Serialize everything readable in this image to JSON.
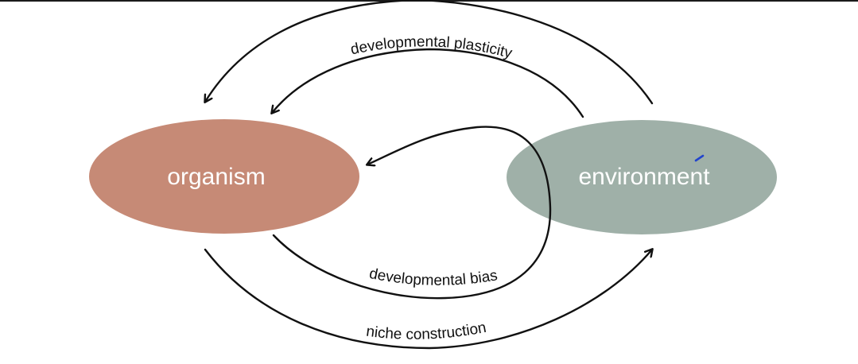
{
  "nodes": {
    "organism": {
      "label": "organism",
      "color": "#c68a76"
    },
    "environment": {
      "label": "environment",
      "color": "#9fb0a8"
    }
  },
  "edges": {
    "outer_top": {
      "label": ""
    },
    "developmental_plasticity": {
      "label": "developmental plasticity"
    },
    "developmental_bias": {
      "label": "developmental bias"
    },
    "niche_construction": {
      "label": "niche construction"
    }
  },
  "colors": {
    "stroke": "#111111",
    "mark": "#2244cc"
  }
}
